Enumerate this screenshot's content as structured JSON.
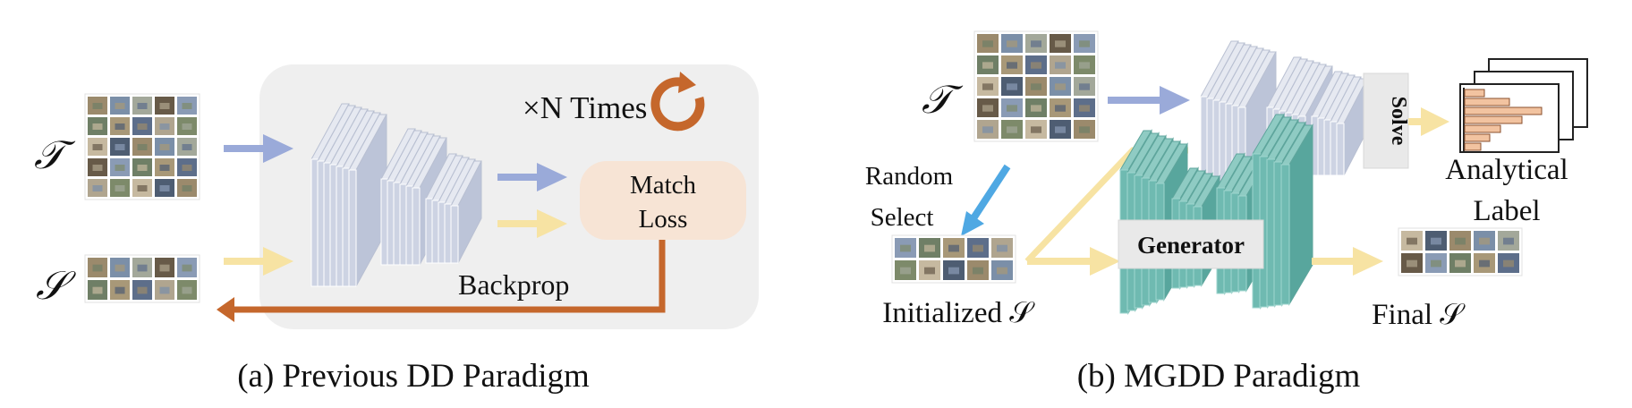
{
  "panel_a": {
    "dataset_T_symbol": "𝒯",
    "dataset_S_symbol": "𝒮",
    "times_label": "×N Times",
    "match_loss_line1": "Match",
    "match_loss_line2": "Loss",
    "backprop_label": "Backprop",
    "caption": "(a) Previous DD Paradigm"
  },
  "panel_b": {
    "dataset_T_symbol": "𝒯",
    "random_select_line1": "Random",
    "random_select_line2": "Select",
    "initialized_label": "Initialized 𝒮",
    "generator_label": "Generator",
    "solve_label": "Solve",
    "analytical_label_line1": "Analytical",
    "analytical_label_line2": "Label",
    "final_label": "Final 𝒮",
    "caption": "(b) MGDD Paradigm"
  },
  "colors": {
    "blue_arrow": "#9aaad9",
    "yellow_arrow": "#f7e3a3",
    "orange_arrow": "#c5672c",
    "panel_bg": "#efefef",
    "match_loss_bg": "#f7e4d5",
    "network_slab": "#cdd3e3",
    "generator_teal": "#6fbab1",
    "cyan_arrow": "#4fa8e3",
    "histogram_bar": "#f2c3a0"
  }
}
